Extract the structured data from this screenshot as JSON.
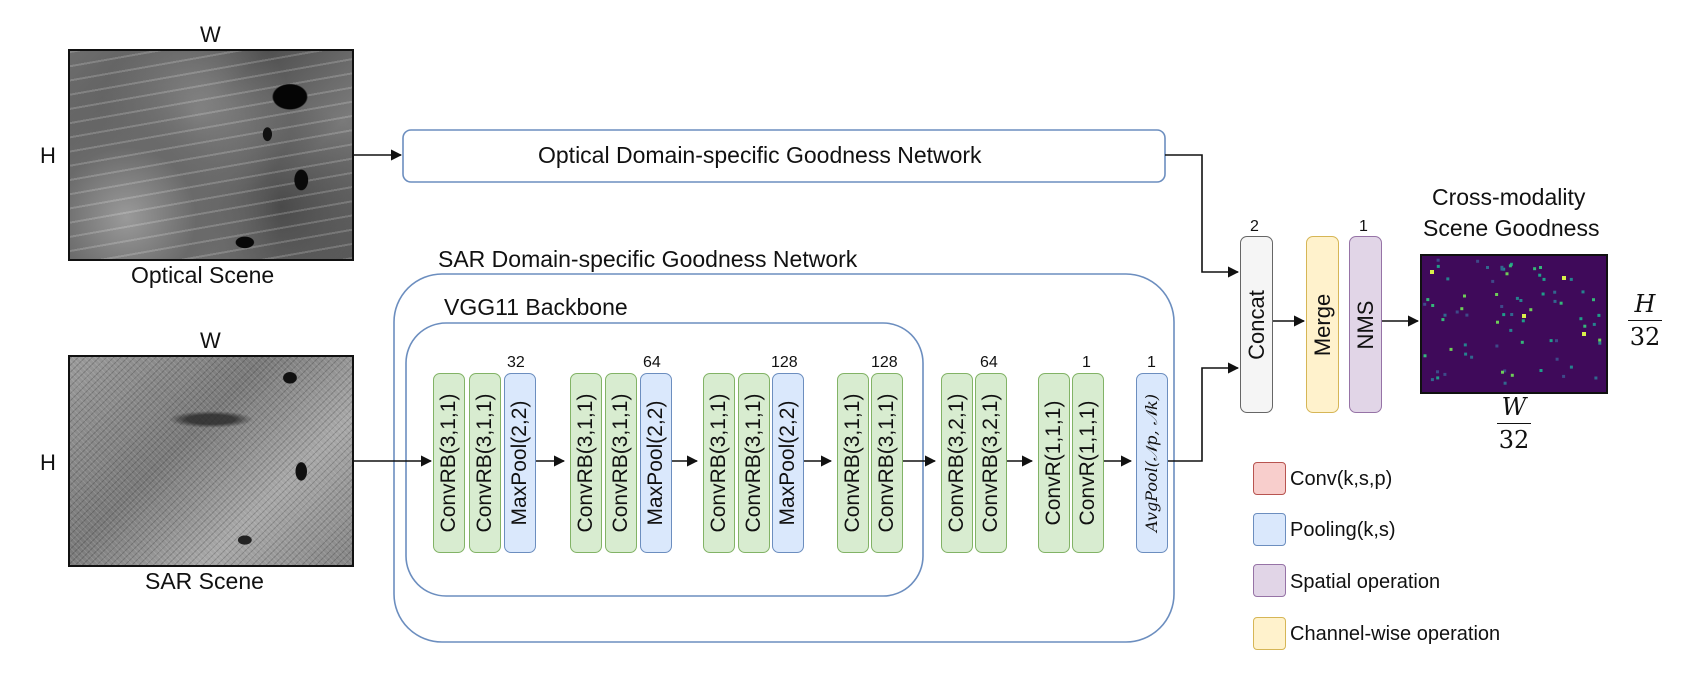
{
  "optical": {
    "label": "Optical Scene",
    "w_label": "W",
    "h_label": "H"
  },
  "sar": {
    "label": "SAR Scene",
    "w_label": "W",
    "h_label": "H"
  },
  "optical_net": {
    "label": "Optical Domain-specific Goodness Network"
  },
  "sar_net": {
    "label": "SAR Domain-specific Goodness Network"
  },
  "vgg": {
    "label": "VGG11 Backbone"
  },
  "layers": [
    {
      "text": "ConvRB(3,1,1)",
      "type": "conv"
    },
    {
      "text": "ConvRB(3,1,1)",
      "type": "conv"
    },
    {
      "text": "MaxPool(2,2)",
      "type": "pool",
      "channels": "32"
    },
    {
      "text": "ConvRB(3,1,1)",
      "type": "conv"
    },
    {
      "text": "ConvRB(3,1,1)",
      "type": "conv"
    },
    {
      "text": "MaxPool(2,2)",
      "type": "pool",
      "channels": "64"
    },
    {
      "text": "ConvRB(3,1,1)",
      "type": "conv"
    },
    {
      "text": "ConvRB(3,1,1)",
      "type": "conv"
    },
    {
      "text": "MaxPool(2,2)",
      "type": "pool",
      "channels": "128"
    },
    {
      "text": "ConvRB(3,1,1)",
      "type": "conv"
    },
    {
      "text": "ConvRB(3,1,1)",
      "type": "conv",
      "channels": "128"
    },
    {
      "text": "ConvRB(3,2,1)",
      "type": "conv"
    },
    {
      "text": "ConvRB(3,2,1)",
      "type": "conv",
      "channels": "64"
    },
    {
      "text": "ConvR(1,1,1)",
      "type": "conv"
    },
    {
      "text": "ConvR(1,1,1)",
      "type": "conv",
      "channels": "1"
    },
    {
      "text": "AvgPool(𝒩p, 𝒩k)",
      "type": "pool",
      "channels": "1"
    }
  ],
  "concat": {
    "label": "Concat",
    "channels": "2"
  },
  "merge": {
    "label": "Merge"
  },
  "nms": {
    "label": "NMS",
    "channels": "1"
  },
  "output": {
    "title_line1": "Cross-modality",
    "title_line2": "Scene Goodness",
    "h_num": "H",
    "h_den": "32",
    "w_num": "W",
    "w_den": "32"
  },
  "legend": [
    {
      "label": "Conv(k,s,p)",
      "color": "#f8cecc",
      "border": "#b85450"
    },
    {
      "label": "Pooling(k,s)",
      "color": "#dae8fc",
      "border": "#6c8ebf"
    },
    {
      "label": "Spatial operation",
      "color": "#e1d5e7",
      "border": "#9673a6"
    },
    {
      "label": "Channel-wise operation",
      "color": "#fff2cc",
      "border": "#d6b656"
    }
  ]
}
